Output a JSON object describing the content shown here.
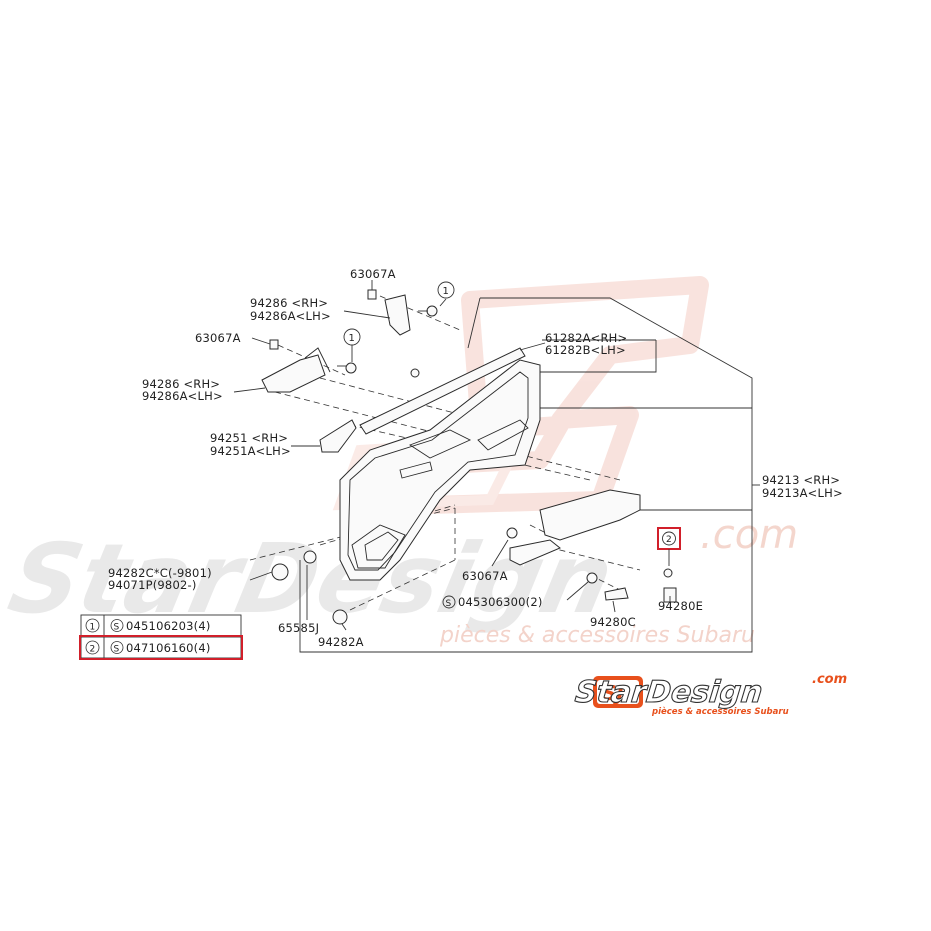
{
  "watermark": {
    "big_text": "StarDesign",
    "com_text": ".com",
    "sub_text": "pièces & accessoires Subaru"
  },
  "logo": {
    "mark": "SJ",
    "name": "StarDesign",
    "domain": ".com",
    "tagline": "pièces & accessoires Subaru",
    "accent_color": "#e8501c"
  },
  "labels": {
    "l_63067a_top": "63067A",
    "l_94286_top_rh": "94286 <RH>",
    "l_94286a_top_lh": "94286A<LH>",
    "l_63067a_mid": "63067A",
    "l_94286_mid_rh": "94286 <RH>",
    "l_94286a_mid_lh": "94286A<LH>",
    "l_61282a_rh": "61282A<RH>",
    "l_61282b_lh": "61282B<LH>",
    "l_94251_rh": "94251 <RH>",
    "l_94251a_lh": "94251A<LH>",
    "l_94213_rh": "94213 <RH>",
    "l_94213a_lh": "94213A<LH>",
    "l_94282c": "94282C*C(-9801)",
    "l_94071p": "94071P(9802-)",
    "l_63067a_low": "63067A",
    "l_045306300": "045306300(2)",
    "l_94280e": "94280E",
    "l_94280c": "94280C",
    "l_65585j": "65585J",
    "l_94282a": "94282A"
  },
  "callouts": {
    "c1_a": "1",
    "c1_b": "1",
    "c2": "2"
  },
  "s_symbol": "S",
  "legend": [
    {
      "num": "1",
      "part": "045106203(4)",
      "highlighted": false
    },
    {
      "num": "2",
      "part": "047106160(4)",
      "highlighted": true
    }
  ],
  "highlight_color": "#d11f2a"
}
